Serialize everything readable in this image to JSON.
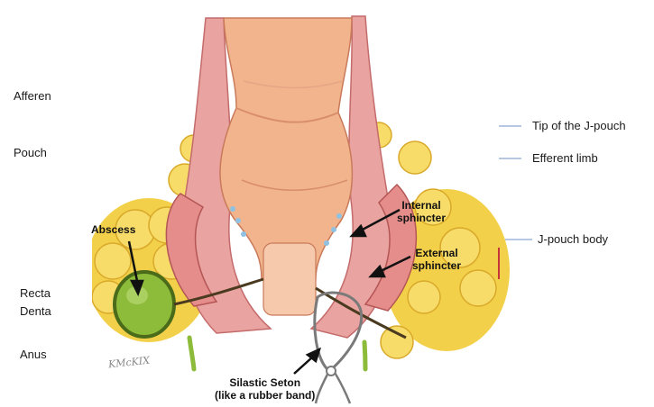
{
  "left_labels": {
    "afferent": "Afferen",
    "pouch": "Pouch",
    "rectal": "Recta",
    "dentate": "Denta",
    "anus": "Anus"
  },
  "right_labels": {
    "tip": "Tip of the J-pouch",
    "efferent": "Efferent limb",
    "body": "J-pouch body"
  },
  "diagram_labels": {
    "abscess": "Abscess",
    "internal_1": "Internal",
    "internal_2": "sphincter",
    "external_1": "External",
    "external_2": "sphincter",
    "seton_1": "Silastic Seton",
    "seton_2": "(like a rubber band)",
    "signature": "KMcKIX"
  },
  "colors": {
    "fat": "#f3d04a",
    "muscle": "#e9a3a0",
    "lumen": "#f2b48c",
    "abscess": "#8dbb3a",
    "pointer": "#9fb3d9"
  }
}
